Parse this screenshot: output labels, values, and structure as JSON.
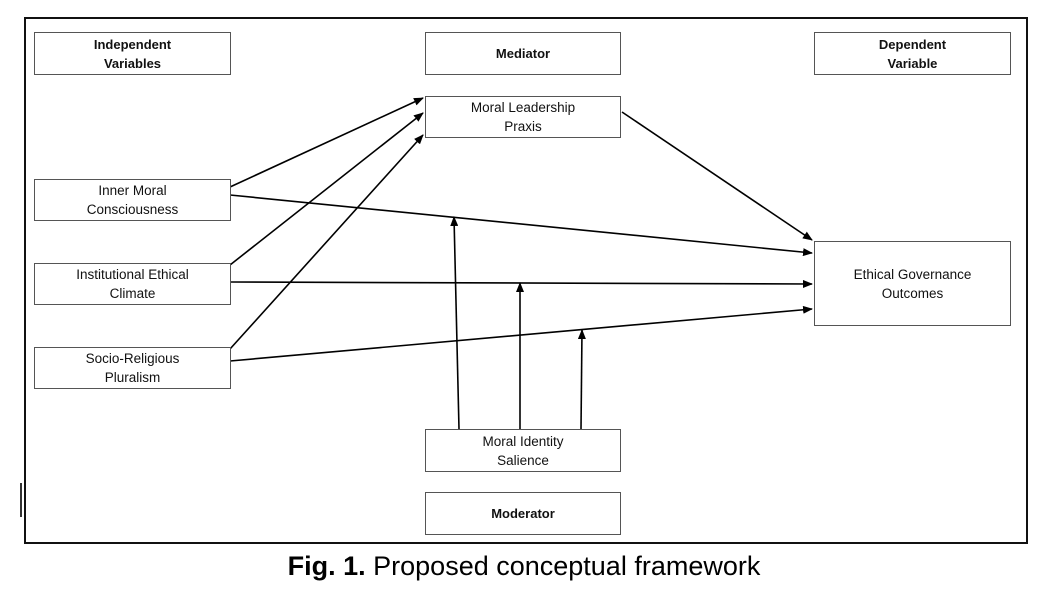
{
  "figure": {
    "caption_label": "Fig. 1.",
    "caption_text": " Proposed conceptual framework"
  },
  "headers": {
    "independent": "Independent\nVariables",
    "mediator": "Mediator",
    "dependent": "Dependent\nVariable",
    "moderator": "Moderator"
  },
  "nodes": {
    "inner_moral_consciousness": "Inner Moral\nConsciousness",
    "institutional_ethical_climate": "Institutional Ethical\nClimate",
    "socio_religious_pluralism": "Socio-Religious\nPluralism",
    "moral_leadership_praxis": "Moral Leadership\nPraxis",
    "ethical_governance_outcomes": "Ethical Governance\nOutcomes",
    "moral_identity_salience": "Moral Identity\nSalience"
  },
  "edges": [
    {
      "from": "inner_moral_consciousness",
      "to": "moral_leadership_praxis",
      "type": "mediation-path"
    },
    {
      "from": "institutional_ethical_climate",
      "to": "moral_leadership_praxis",
      "type": "mediation-path"
    },
    {
      "from": "socio_religious_pluralism",
      "to": "moral_leadership_praxis",
      "type": "mediation-path"
    },
    {
      "from": "moral_leadership_praxis",
      "to": "ethical_governance_outcomes",
      "type": "mediation-path"
    },
    {
      "from": "inner_moral_consciousness",
      "to": "ethical_governance_outcomes",
      "type": "direct-path"
    },
    {
      "from": "institutional_ethical_climate",
      "to": "ethical_governance_outcomes",
      "type": "direct-path"
    },
    {
      "from": "socio_religious_pluralism",
      "to": "ethical_governance_outcomes",
      "type": "direct-path"
    },
    {
      "from": "moral_identity_salience",
      "to": "inner_moral_consciousness->ethical_governance_outcomes",
      "type": "moderation"
    },
    {
      "from": "moral_identity_salience",
      "to": "institutional_ethical_climate->ethical_governance_outcomes",
      "type": "moderation"
    },
    {
      "from": "moral_identity_salience",
      "to": "socio_religious_pluralism->ethical_governance_outcomes",
      "type": "moderation"
    }
  ]
}
